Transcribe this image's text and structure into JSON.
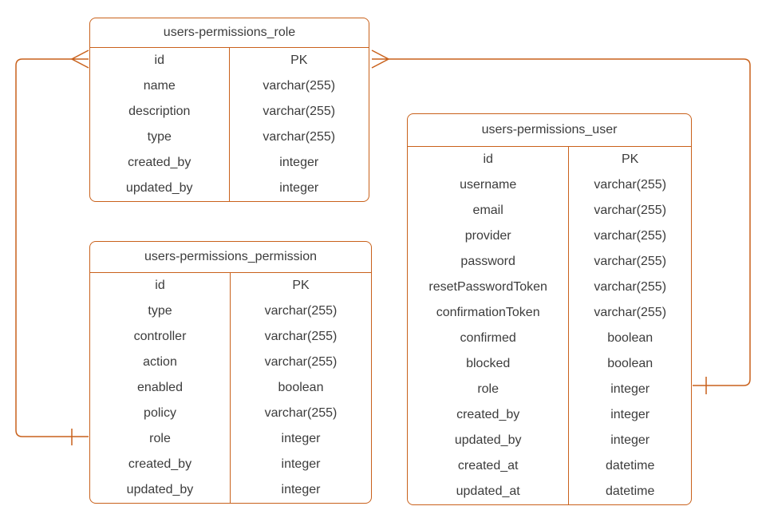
{
  "diagram": {
    "background_color": "#ffffff",
    "accent_color": "#C9611B",
    "text_color": "#3c3c3c",
    "tables": [
      {
        "name": "users-permissions_role",
        "fields": [
          {
            "name": "id",
            "type": "PK"
          },
          {
            "name": "name",
            "type": "varchar(255)"
          },
          {
            "name": "description",
            "type": "varchar(255)"
          },
          {
            "name": "type",
            "type": "varchar(255)"
          },
          {
            "name": "created_by",
            "type": "integer"
          },
          {
            "name": "updated_by",
            "type": "integer"
          }
        ]
      },
      {
        "name": "users-permissions_permission",
        "fields": [
          {
            "name": "id",
            "type": "PK"
          },
          {
            "name": "type",
            "type": "varchar(255)"
          },
          {
            "name": "controller",
            "type": "varchar(255)"
          },
          {
            "name": "action",
            "type": "varchar(255)"
          },
          {
            "name": "enabled",
            "type": "boolean"
          },
          {
            "name": "policy",
            "type": "varchar(255)"
          },
          {
            "name": "role",
            "type": "integer"
          },
          {
            "name": "created_by",
            "type": "integer"
          },
          {
            "name": "updated_by",
            "type": "integer"
          }
        ]
      },
      {
        "name": "users-permissions_user",
        "fields": [
          {
            "name": "id",
            "type": "PK"
          },
          {
            "name": "username",
            "type": "varchar(255)"
          },
          {
            "name": "email",
            "type": "varchar(255)"
          },
          {
            "name": "provider",
            "type": "varchar(255)"
          },
          {
            "name": "password",
            "type": "varchar(255)"
          },
          {
            "name": "resetPasswordToken",
            "type": "varchar(255)"
          },
          {
            "name": "confirmationToken",
            "type": "varchar(255)"
          },
          {
            "name": "confirmed",
            "type": "boolean"
          },
          {
            "name": "blocked",
            "type": "boolean"
          },
          {
            "name": "role",
            "type": "integer"
          },
          {
            "name": "created_by",
            "type": "integer"
          },
          {
            "name": "updated_by",
            "type": "integer"
          },
          {
            "name": "created_at",
            "type": "datetime"
          },
          {
            "name": "updated_at",
            "type": "datetime"
          }
        ]
      }
    ],
    "relationships": [
      {
        "from": "users-permissions_role.id",
        "to": "users-permissions_permission.role",
        "from_cardinality": "many",
        "to_cardinality": "one"
      },
      {
        "from": "users-permissions_role.id",
        "to": "users-permissions_user.role",
        "from_cardinality": "many",
        "to_cardinality": "one"
      }
    ]
  }
}
